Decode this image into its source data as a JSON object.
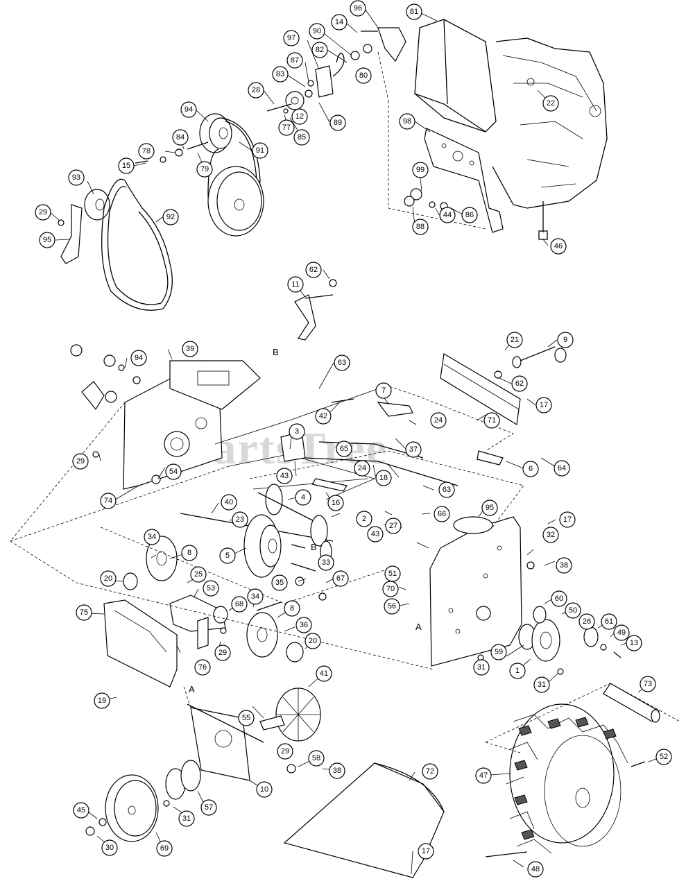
{
  "watermark": "PartsTree",
  "reference_letters": [
    "A",
    "B"
  ],
  "callouts": [
    "1",
    "2",
    "3",
    "4",
    "5",
    "6",
    "7",
    "8",
    "9",
    "10",
    "11",
    "12",
    "13",
    "14",
    "15",
    "16",
    "17",
    "18",
    "19",
    "20",
    "21",
    "22",
    "23",
    "24",
    "25",
    "26",
    "27",
    "28",
    "29",
    "30",
    "31",
    "32",
    "33",
    "34",
    "35",
    "36",
    "37",
    "38",
    "39",
    "40",
    "41",
    "42",
    "43",
    "44",
    "45",
    "46",
    "47",
    "48",
    "49",
    "50",
    "51",
    "52",
    "53",
    "54",
    "55",
    "56",
    "57",
    "58",
    "59",
    "60",
    "61",
    "62",
    "63",
    "64",
    "65",
    "66",
    "67",
    "68",
    "69",
    "70",
    "71",
    "72",
    "73",
    "74",
    "75",
    "76",
    "77",
    "78",
    "79",
    "80",
    "81",
    "82",
    "83",
    "84",
    "85",
    "86",
    "87",
    "88",
    "89",
    "90",
    "91",
    "92",
    "93",
    "94",
    "95",
    "96",
    "97",
    "98",
    "99"
  ]
}
